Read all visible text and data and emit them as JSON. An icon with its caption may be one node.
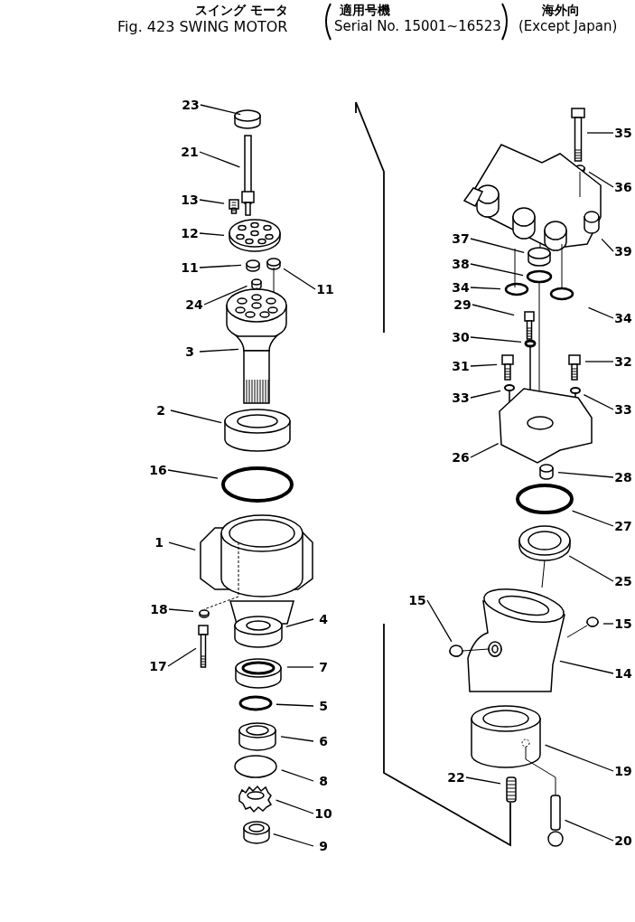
{
  "diagram": {
    "title": "Fig. 423 SWING MOTOR",
    "labels": [
      "スイング モータ",
      "適用号機",
      "海外向",
      "Serial No. 15001~16523",
      "(Except Japan)"
    ],
    "nodes": [
      {
        "text": [
          "23"
        ]
      },
      {
        "text": [
          "21"
        ]
      },
      {
        "text": [
          "13"
        ]
      },
      {
        "text": [
          "12"
        ]
      },
      {
        "text": [
          "11"
        ]
      },
      {
        "text": [
          "11"
        ]
      },
      {
        "text": [
          "24"
        ]
      },
      {
        "text": [
          "3"
        ]
      },
      {
        "text": [
          "2"
        ]
      },
      {
        "text": [
          "16"
        ]
      },
      {
        "text": [
          "1"
        ]
      },
      {
        "text": [
          "18"
        ]
      },
      {
        "text": [
          "17"
        ]
      },
      {
        "text": [
          "4"
        ]
      },
      {
        "text": [
          "7"
        ]
      },
      {
        "text": [
          "5"
        ]
      },
      {
        "text": [
          "6"
        ]
      },
      {
        "text": [
          "8"
        ]
      },
      {
        "text": [
          "10"
        ]
      },
      {
        "text": [
          "9"
        ]
      },
      {
        "text": [
          "35"
        ]
      },
      {
        "text": [
          "36"
        ]
      },
      {
        "text": [
          "37"
        ]
      },
      {
        "text": [
          "39"
        ]
      },
      {
        "text": [
          "38"
        ]
      },
      {
        "text": [
          "34"
        ]
      },
      {
        "text": [
          "34"
        ]
      },
      {
        "text": [
          "29"
        ]
      },
      {
        "text": [
          "30"
        ]
      },
      {
        "text": [
          "31"
        ]
      },
      {
        "text": [
          "32"
        ]
      },
      {
        "text": [
          "33"
        ]
      },
      {
        "text": [
          "33"
        ]
      },
      {
        "text": [
          "26"
        ]
      },
      {
        "text": [
          "28"
        ]
      },
      {
        "text": [
          "27"
        ]
      },
      {
        "text": [
          "25"
        ]
      },
      {
        "text": [
          "15"
        ]
      },
      {
        "text": [
          "15"
        ]
      },
      {
        "text": [
          "14"
        ]
      },
      {
        "text": [
          "19"
        ]
      },
      {
        "text": [
          "22"
        ]
      },
      {
        "text": [
          "20"
        ]
      }
    ],
    "edges": [
      {
        "from": 0,
        "to": null,
        "arrow": "none"
      },
      {
        "from": 1,
        "to": null,
        "arrow": "none"
      },
      {
        "from": 2,
        "to": null,
        "arrow": "none"
      },
      {
        "from": 3,
        "to": null,
        "arrow": "none"
      },
      {
        "from": 4,
        "to": null,
        "arrow": "none"
      },
      {
        "from": 5,
        "to": null,
        "arrow": "none"
      },
      {
        "from": 6,
        "to": null,
        "arrow": "none"
      },
      {
        "from": 7,
        "to": null,
        "arrow": "none"
      },
      {
        "from": 8,
        "to": null,
        "arrow": "none"
      },
      {
        "from": 9,
        "to": null,
        "arrow": "none"
      },
      {
        "from": 10,
        "to": null,
        "arrow": "none"
      },
      {
        "from": 11,
        "to": null,
        "arrow": "none"
      },
      {
        "from": 12,
        "to": null,
        "arrow": "none"
      },
      {
        "from": 13,
        "to": null,
        "arrow": "none"
      },
      {
        "from": 14,
        "to": null,
        "arrow": "none"
      },
      {
        "from": 15,
        "to": null,
        "arrow": "none"
      },
      {
        "from": 16,
        "to": null,
        "arrow": "none"
      },
      {
        "from": 17,
        "to": null,
        "arrow": "none"
      },
      {
        "from": 18,
        "to": null,
        "arrow": "none"
      },
      {
        "from": 19,
        "to": null,
        "arrow": "none"
      },
      {
        "from": 20,
        "to": null,
        "arrow": "none"
      },
      {
        "from": 21,
        "to": null,
        "arrow": "none"
      },
      {
        "from": 22,
        "to": null,
        "arrow": "none"
      },
      {
        "from": 23,
        "to": null,
        "arrow": "none"
      },
      {
        "from": 24,
        "to": null,
        "arrow": "none"
      },
      {
        "from": 25,
        "to": null,
        "arrow": "none"
      },
      {
        "from": 26,
        "to": null,
        "arrow": "none"
      },
      {
        "from": 27,
        "to": null,
        "arrow": "none"
      },
      {
        "from": 28,
        "to": null,
        "arrow": "none"
      },
      {
        "from": 29,
        "to": null,
        "arrow": "none"
      },
      {
        "from": 30,
        "to": null,
        "arrow": "none"
      },
      {
        "from": 31,
        "to": null,
        "arrow": "none"
      },
      {
        "from": 32,
        "to": null,
        "arrow": "none"
      },
      {
        "from": 33,
        "to": null,
        "arrow": "none"
      },
      {
        "from": 34,
        "to": null,
        "arrow": "none"
      },
      {
        "from": 35,
        "to": null,
        "arrow": "none"
      },
      {
        "from": 36,
        "to": null,
        "arrow": "none"
      },
      {
        "from": 37,
        "to": null,
        "arrow": "none"
      },
      {
        "from": 38,
        "to": null,
        "arrow": "none"
      },
      {
        "from": 39,
        "to": null,
        "arrow": "none"
      },
      {
        "from": 40,
        "to": null,
        "arrow": "none"
      },
      {
        "from": 41,
        "to": null,
        "arrow": "none"
      },
      {
        "from": 42,
        "to": null,
        "arrow": "none"
      }
    ]
  }
}
